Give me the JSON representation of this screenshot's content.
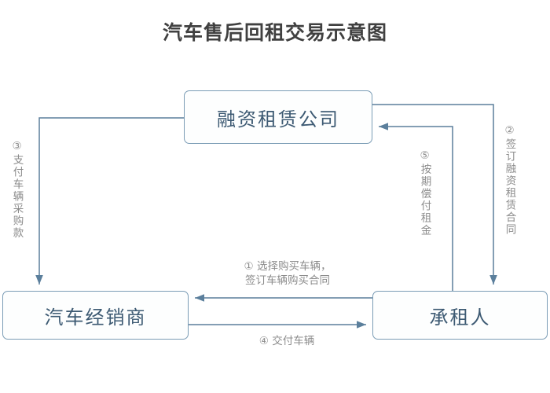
{
  "title": "汽车售后回租交易示意图",
  "nodes": {
    "lessor": "融资租赁公司",
    "dealer": "汽车经销商",
    "lessee": "承租人"
  },
  "labels": {
    "step1": "① 选择购买车辆，\n签订车辆购买合同",
    "step2": "②签订融资租赁合同",
    "step3": "③支付车辆采购款",
    "step4": "④ 交付车辆",
    "step5": "⑤按期偿付租金"
  },
  "colors": {
    "box_border": "#7a9cb5",
    "box_text": "#3d5a73",
    "line": "#5b7f9c",
    "label_text": "#8c8c8c",
    "title_text": "#404040",
    "background": "#ffffff"
  }
}
